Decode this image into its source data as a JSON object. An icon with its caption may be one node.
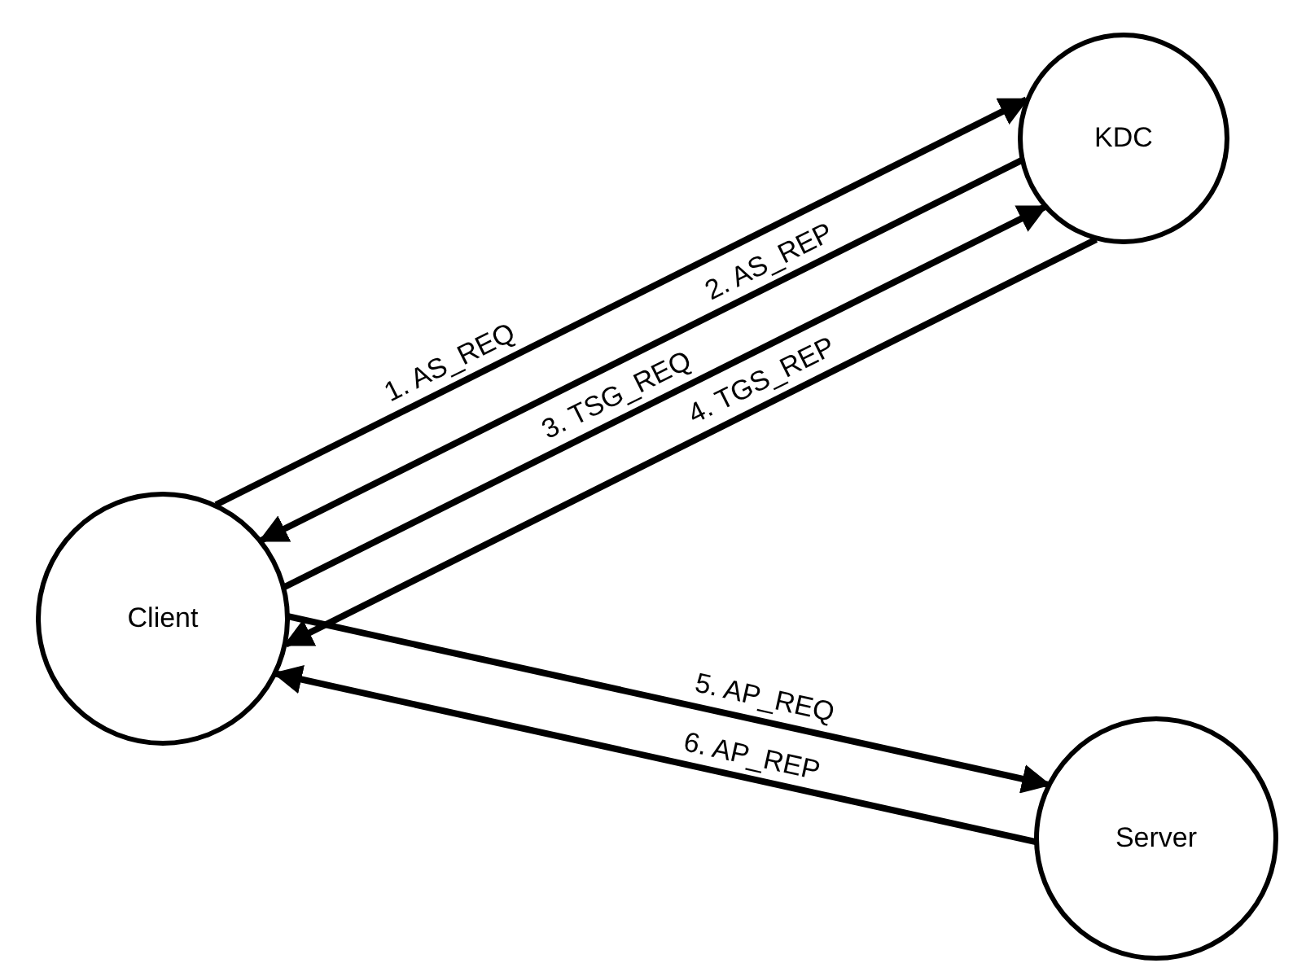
{
  "diagram": {
    "nodes": [
      {
        "text": [
          "KDC"
        ]
      },
      {
        "text": [
          "Client"
        ]
      },
      {
        "text": [
          "Server"
        ]
      }
    ],
    "edges": [
      {
        "from": 1,
        "to": 0,
        "arrow": "to",
        "label": "1. AS_REQ"
      },
      {
        "from": 0,
        "to": 1,
        "arrow": "to",
        "label": "2. AS_REP"
      },
      {
        "from": 1,
        "to": 0,
        "arrow": "to",
        "label": "3. TSG_REQ"
      },
      {
        "from": 0,
        "to": 1,
        "arrow": "to",
        "label": "4. TGS_REP"
      },
      {
        "from": 1,
        "to": 2,
        "arrow": "to",
        "label": "5. AP_REQ"
      },
      {
        "from": 2,
        "to": 1,
        "arrow": "to",
        "label": "6. AP_REP"
      }
    ]
  }
}
